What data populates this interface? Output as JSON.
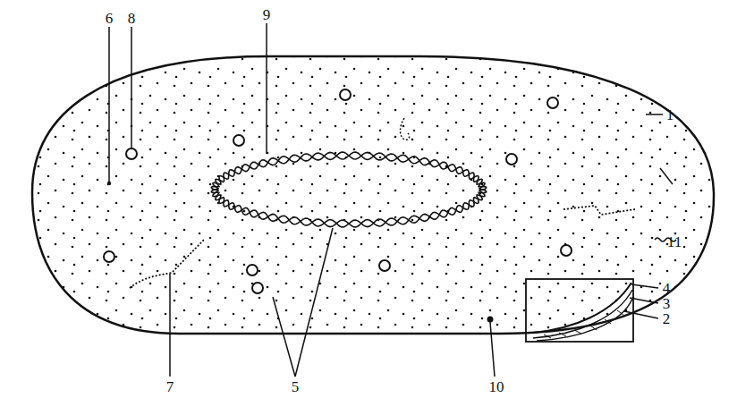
{
  "diagram": {
    "labels": [
      "6",
      "8",
      "9",
      "1",
      "11",
      "4",
      "3",
      "2",
      "7",
      "5",
      "10"
    ]
  }
}
